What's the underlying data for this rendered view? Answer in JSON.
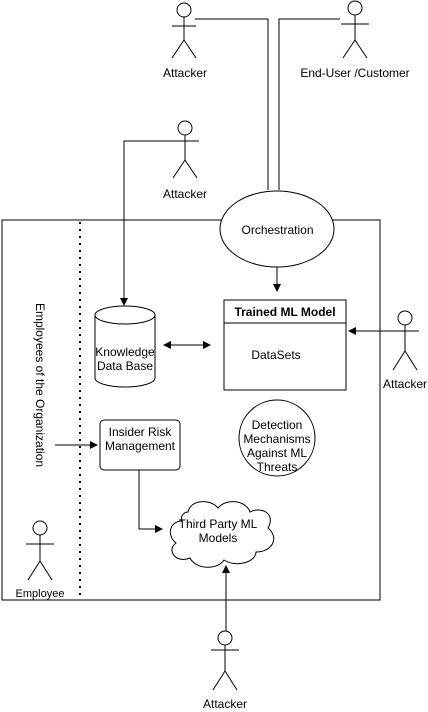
{
  "diagram": {
    "actors": {
      "attacker_top": "Attacker",
      "end_user": "End-User /Customer",
      "attacker_mid": "Attacker",
      "attacker_right": "Attacker",
      "attacker_bottom": "Attacker",
      "employee": "Employee"
    },
    "nodes": {
      "orchestration": "Orchestration",
      "trained_model_title": "Trained ML Model",
      "datasets": "DataSets",
      "knowledge_db_line1": "Knowledge",
      "knowledge_db_line2": "Data Base",
      "insider_risk_line1": "Insider Risk",
      "insider_risk_line2": "Management",
      "detection_line1": "Detection",
      "detection_line2": "Mechanisms",
      "detection_line3": "Against ML",
      "detection_line4": "Threats",
      "third_party_line1": "Third Party ML",
      "third_party_line2": "Models"
    },
    "boundary_label": "Employees of the Organization"
  }
}
